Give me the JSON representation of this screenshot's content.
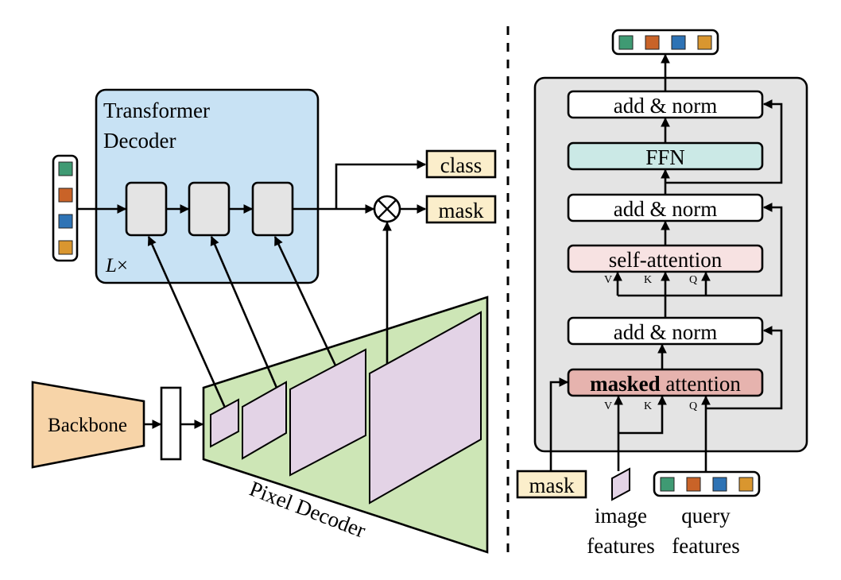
{
  "colors": {
    "transformer_bg": "#c8e2f4",
    "block_fill": "#e4e4e4",
    "output_fill": "#fbeecb",
    "backbone_fill": "#f7d4a8",
    "pixel_decoder_fill": "#cde6b6",
    "feature_map_fill": "#e3d3e6",
    "panel_fill": "#e4e4e4",
    "ffn_fill": "#cbe9e6",
    "self_attention_fill": "#f7e2e2",
    "masked_attention_fill": "#e6b3ae",
    "query_colors": [
      "#3f9a73",
      "#c96328",
      "#2e73b5",
      "#d9962f"
    ]
  },
  "left": {
    "transformer": {
      "title_line1": "Transformer",
      "title_line2": "Decoder",
      "repeat_label": "L",
      "repeat_symbol": "×"
    },
    "outputs": {
      "class_label": "class",
      "mask_label": "mask"
    },
    "backbone_label": "Backbone",
    "pixel_decoder_label": "Pixel Decoder",
    "multiply_symbol": "⊗"
  },
  "right": {
    "add_norm_top": "add & norm",
    "ffn": "FFN",
    "add_norm_mid": "add & norm",
    "self_attention": "self-attention",
    "add_norm_bottom": "add & norm",
    "masked_attention_bold": "masked",
    "masked_attention_rest": " attention",
    "inputs": {
      "mask_label": "mask",
      "image_line1": "image",
      "image_line2": "features",
      "query_line1": "query",
      "query_line2": "features"
    },
    "qkv": {
      "v": "V",
      "k": "K",
      "q": "Q"
    }
  }
}
